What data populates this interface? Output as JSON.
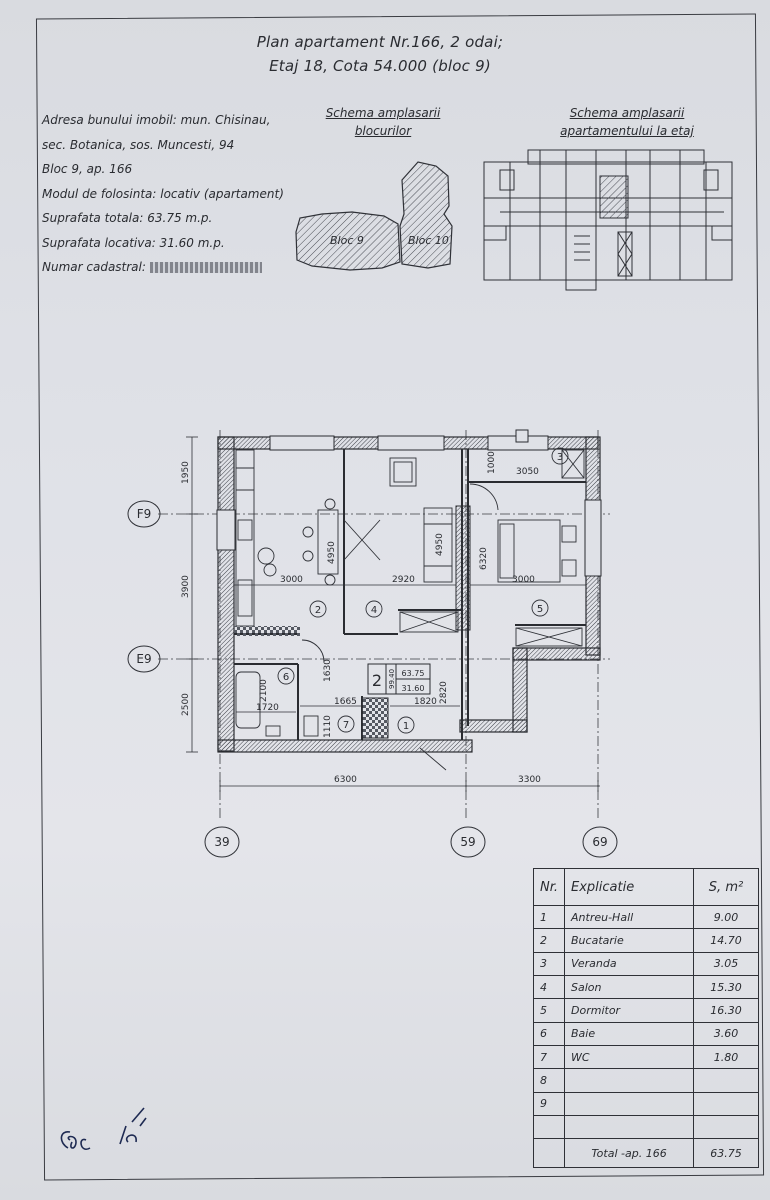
{
  "title": {
    "line1": "Plan apartament  Nr.166, 2 odai;",
    "line2": "Etaj 18, Cota 54.000 (bloc 9)"
  },
  "info": {
    "address_1": "Adresa bunului imobil: mun. Chisinau,",
    "address_2": "sec. Botanica, sos. Muncesti, 94",
    "block": "Bloc 9, ap. 166",
    "usage": "Modul de folosinta: locativ (apartament)",
    "total_area": "Suprafata totala: 63.75 m.p.",
    "living_area": "Suprafata locativa: 31.60 m.p.",
    "cadastral_label": "Numar cadastral:"
  },
  "schemes": {
    "blocks_title_1": "Schema amplasarii",
    "blocks_title_2": "blocurilor",
    "bloc9": "Bloc 9",
    "bloc10": "Bloc 10",
    "floor_title_1": "Schema amplasarii",
    "floor_title_2": "apartamentului la etaj"
  },
  "plan": {
    "axes": {
      "F": "F9",
      "E": "E9",
      "a3": "39",
      "a5": "59",
      "a6": "69"
    },
    "dims": {
      "left_top": "1950",
      "left_mid": "3900",
      "left_bot": "2500",
      "bottom_left": "6300",
      "bottom_right": "3300",
      "kitchen_w": "3000",
      "salon_w": "2920",
      "bed_w": "3000",
      "kitchen_h": "4950",
      "salon_h": "4950",
      "bed_h": "6320",
      "veranda_w": "3050",
      "veranda_h": "1000",
      "bath_w": "1720",
      "bath_h": "2100",
      "wc_w": "1665",
      "wc_h": "1110",
      "hall_w": "1820",
      "hall_h": "2820",
      "corr_h": "1630"
    },
    "room_numbers": [
      "1",
      "2",
      "3",
      "4",
      "5",
      "6",
      "7"
    ],
    "stamp": {
      "rooms": "2",
      "total": "63.75",
      "living": "31.60",
      "total_sub": "99.40"
    }
  },
  "legend": {
    "headers": {
      "nr": "Nr.",
      "explicatie": "Explicatie",
      "area": "S, m²"
    },
    "rows": [
      {
        "nr": "1",
        "name": "Antreu-Hall",
        "area": "9.00"
      },
      {
        "nr": "2",
        "name": "Bucatarie",
        "area": "14.70"
      },
      {
        "nr": "3",
        "name": "Veranda",
        "area": "3.05"
      },
      {
        "nr": "4",
        "name": "Salon",
        "area": "15.30"
      },
      {
        "nr": "5",
        "name": "Dormitor",
        "area": "16.30"
      },
      {
        "nr": "6",
        "name": "Baie",
        "area": "3.60"
      },
      {
        "nr": "7",
        "name": "WC",
        "area": "1.80"
      },
      {
        "nr": "8",
        "name": "",
        "area": ""
      },
      {
        "nr": "9",
        "name": "",
        "area": ""
      },
      {
        "nr": "",
        "name": "",
        "area": ""
      }
    ],
    "total_label": "Total -ap. 166",
    "total_value": "63.75"
  },
  "signature": {
    "initials": "cac"
  },
  "colors": {
    "paper": "#dfe1e7",
    "ink": "#2a2c31",
    "wall": "#5b5e66"
  }
}
